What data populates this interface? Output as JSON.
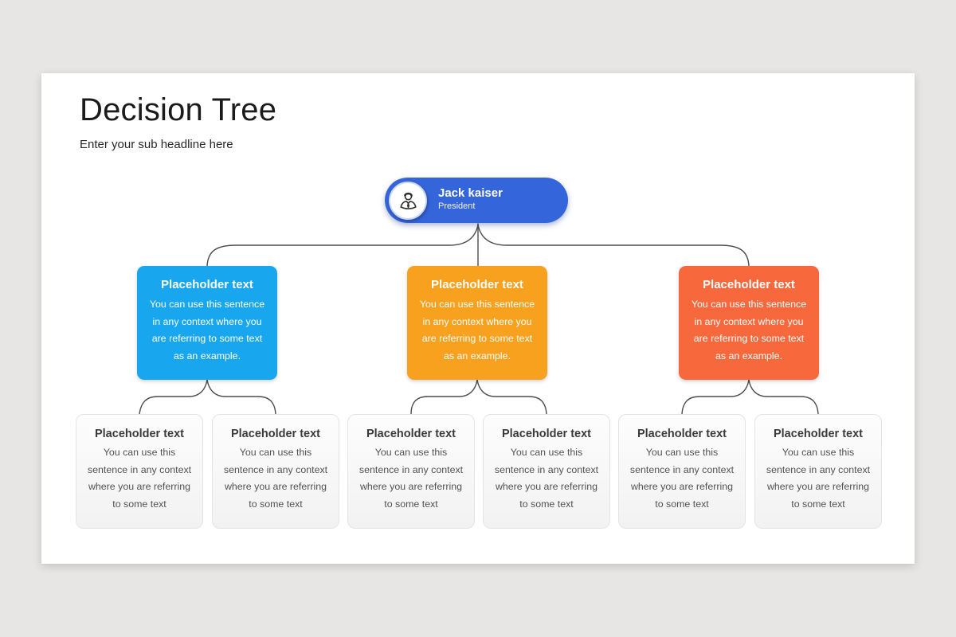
{
  "slide": {
    "title": "Decision Tree",
    "subtitle": "Enter your sub headline here"
  },
  "tree": {
    "root": {
      "name": "Jack kaiser",
      "role": "President",
      "color": "#3565DB"
    },
    "branches": [
      {
        "title": "Placeholder text",
        "body": "You can use this sentence in any context where you are referring to some text as an example.",
        "color": "#18A7EF"
      },
      {
        "title": "Placeholder text",
        "body": "You can use this sentence in any context where you are referring to some text as an example.",
        "color": "#F7A11E"
      },
      {
        "title": "Placeholder text",
        "body": "You can use this sentence in any context where you are referring to some text as an example.",
        "color": "#F7693C"
      }
    ],
    "leaves": [
      {
        "title": "Placeholder text",
        "body": "You can use this sentence in any context where you are referring to some text"
      },
      {
        "title": "Placeholder text",
        "body": "You can use this sentence in any context where you are referring to some text"
      },
      {
        "title": "Placeholder text",
        "body": "You can use this sentence in any context where you are referring to some text"
      },
      {
        "title": "Placeholder text",
        "body": "You can use this sentence in any context where you are referring to some text"
      },
      {
        "title": "Placeholder text",
        "body": "You can use this sentence in any context where you are referring to some text"
      },
      {
        "title": "Placeholder text",
        "body": "You can use this sentence in any context where you are referring to some text"
      }
    ]
  },
  "icons": {
    "avatar": "person-icon"
  },
  "colors": {
    "canvas_bg": "#E7E6E4",
    "slide_bg": "#FFFFFF",
    "connector": "#4D4D4D",
    "leaf_border": "#E4E4E4"
  }
}
